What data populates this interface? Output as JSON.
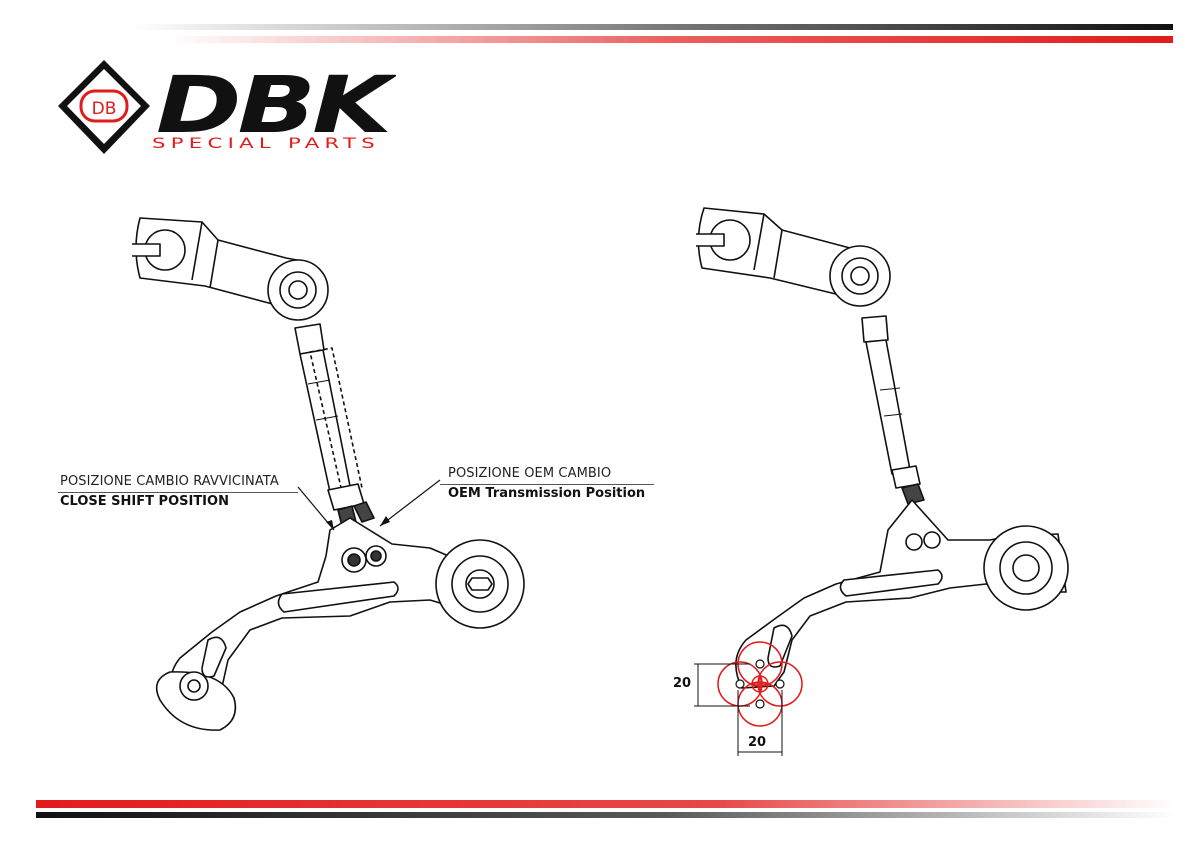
{
  "brand": {
    "logo_mark": "DB",
    "name": "DBK",
    "tagline": "SPECIAL PARTS",
    "accent_color": "#e21b1b",
    "dark_color": "#111111"
  },
  "left_view": {
    "close_label_it": "POSIZIONE CAMBIO RAVVICINATA",
    "close_label_en": "CLOSE SHIFT POSITION",
    "oem_label_it": "POSIZIONE OEM CAMBIO",
    "oem_label_en": "OEM Transmission Position"
  },
  "right_view": {
    "dimension_vertical": "20",
    "dimension_horizontal": "20"
  }
}
